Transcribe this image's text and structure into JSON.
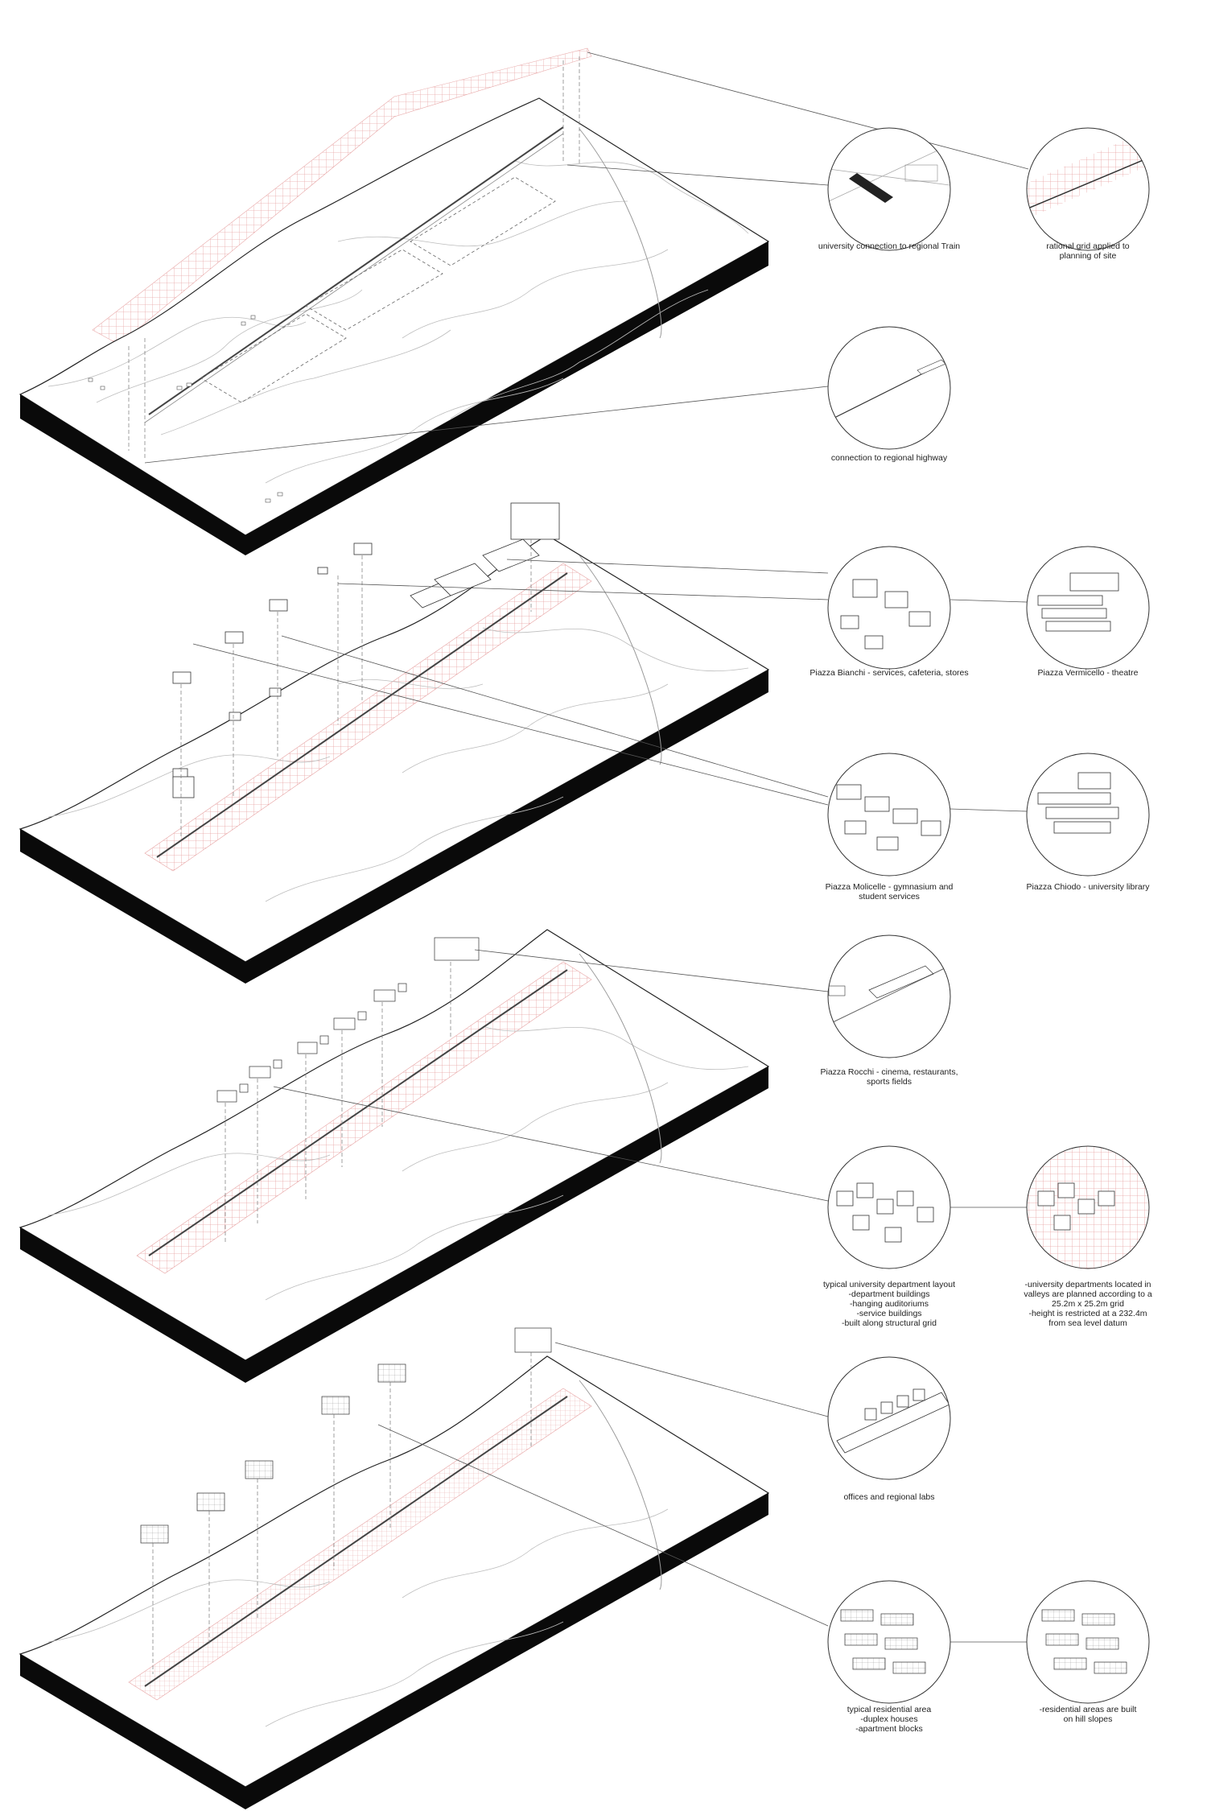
{
  "stage1": {
    "train": "university connection to regional Train",
    "grid": "rational grid applied to\nplanning of site",
    "highway": "connection to regional highway"
  },
  "stage2": {
    "bianchi": "Piazza Bianchi - services, cafeteria, stores",
    "vermicello": "Piazza Vermicello - theatre",
    "molicelle": "Piazza Molicelle - gymnasium and\nstudent services",
    "chiodo": "Piazza Chiodo - university library"
  },
  "stage3": {
    "rocchi": "Piazza Rocchi - cinema, restaurants,\nsports fields",
    "dept": "typical university department layout\n-department buildings\n-hanging auditoriums\n-service buildings\n-built along structural grid",
    "valleys": "-university departments located in\nvalleys are planned according to a\n25.2m x 25.2m grid\n-height is restricted at a 232.4m\nfrom sea level datum"
  },
  "stage4": {
    "labs": "offices and regional labs",
    "residential": "typical residential area\n-duplex houses\n-apartment blocks",
    "slopes": "-residential areas are built\non hill slopes"
  },
  "colors": {
    "grid_red": "#e7a3a3",
    "line": "#3a3a3a",
    "base": "#0a0a0a"
  }
}
